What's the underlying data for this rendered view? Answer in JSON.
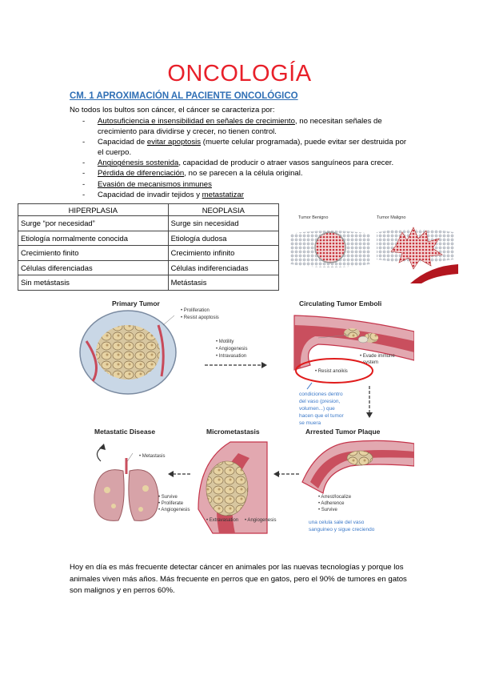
{
  "title": "ONCOLOGÍA",
  "section_heading": "CM. 1 APROXIMACIÓN AL PACIENTE ONCOLÓGICO",
  "intro": "No todos los bultos son cáncer, el cáncer se caracteriza por:",
  "bullets": {
    "b1_u": "Autosuficiencia e insensibilidad en señales de crecimiento",
    "b1_rest": ", no necesitan señales de crecimiento para dividirse y crecer, no tienen control.",
    "b2_pre": "Capacidad de ",
    "b2_u": "evitar apoptosis",
    "b2_rest": " (muerte celular programada), puede evitar ser destruida por el cuerpo.",
    "b3_u": "Angiogénesis sostenida",
    "b3_rest": ", capacidad de producir o atraer vasos sanguíneos para crecer.",
    "b4_u": "Pérdida de diferenciación",
    "b4_rest": ", no se parecen a la célula original.",
    "b5_u": "Evasión de mecanismos inmunes",
    "b6_pre": "Capacidad de invadir tejidos y ",
    "b6_u": "metastatizar"
  },
  "table": {
    "headers": [
      "HIPERPLASIA",
      "NEOPLASIA"
    ],
    "rows": [
      [
        "Surge “por necesidad”",
        "Surge sin necesidad"
      ],
      [
        "Etiología normalmente conocida",
        "Etiología dudosa"
      ],
      [
        "Crecimiento finito",
        "Crecimiento infinito"
      ],
      [
        "Células diferenciadas",
        "Células indiferenciadas"
      ],
      [
        "Sin metástasis",
        "Metástasis"
      ]
    ]
  },
  "tumor_figure": {
    "label_benign": "Tumor Benigno",
    "label_malignant": "Tumor Maligno"
  },
  "metastasis_figure": {
    "primary_tumor": "Primary Tumor",
    "proliferation": "• Proliferation",
    "resist_apoptosis": "• Resist apoptosis",
    "motility": "• Motility",
    "angiogenesis": "• Angiogenesis",
    "intravasation": "• Intravasation",
    "circulating": "Circulating Tumor Emboli",
    "evade_immune_1": "• Evade immune",
    "evade_immune_2": "system",
    "resist_anoikis": "• Resist anoikis",
    "note_vessel": [
      "condiciones dentro",
      "del vaso (presion,",
      "volumen...) que",
      "hacen que el tumor",
      "se muera"
    ],
    "metastatic_disease": "Metastatic Disease",
    "metastasis": "• Metastasis",
    "survive": "• Survive",
    "proliferate": "• Proliferate",
    "angiogenesis2": "• Angiogenesis",
    "micrometastasis": "Micrometastasis",
    "extravasation": "• Extravasation",
    "angiogenesis3": "• Angiogenesis",
    "arrested": "Arrested Tumor Plaque",
    "arrest_localize": "• Arrest/localize",
    "adherence": "• Adherence",
    "survive2": "• Survive",
    "note_cell": [
      "una celula sale del vaso",
      "sanguineo y sigue creciendo"
    ]
  },
  "paragraph": "Hoy en día es más frecuente detectar cáncer en animales por las nuevas tecnologías y porque los animales viven más años. Más frecuente en perros que en gatos, pero el 90% de tumores en gatos son malignos y en perros 60%.",
  "colors": {
    "title": "#e8202a",
    "heading": "#2f6fb5",
    "annotation": "#3b79c9",
    "circle": "#e01b1b",
    "vessel": "#c4344a"
  }
}
